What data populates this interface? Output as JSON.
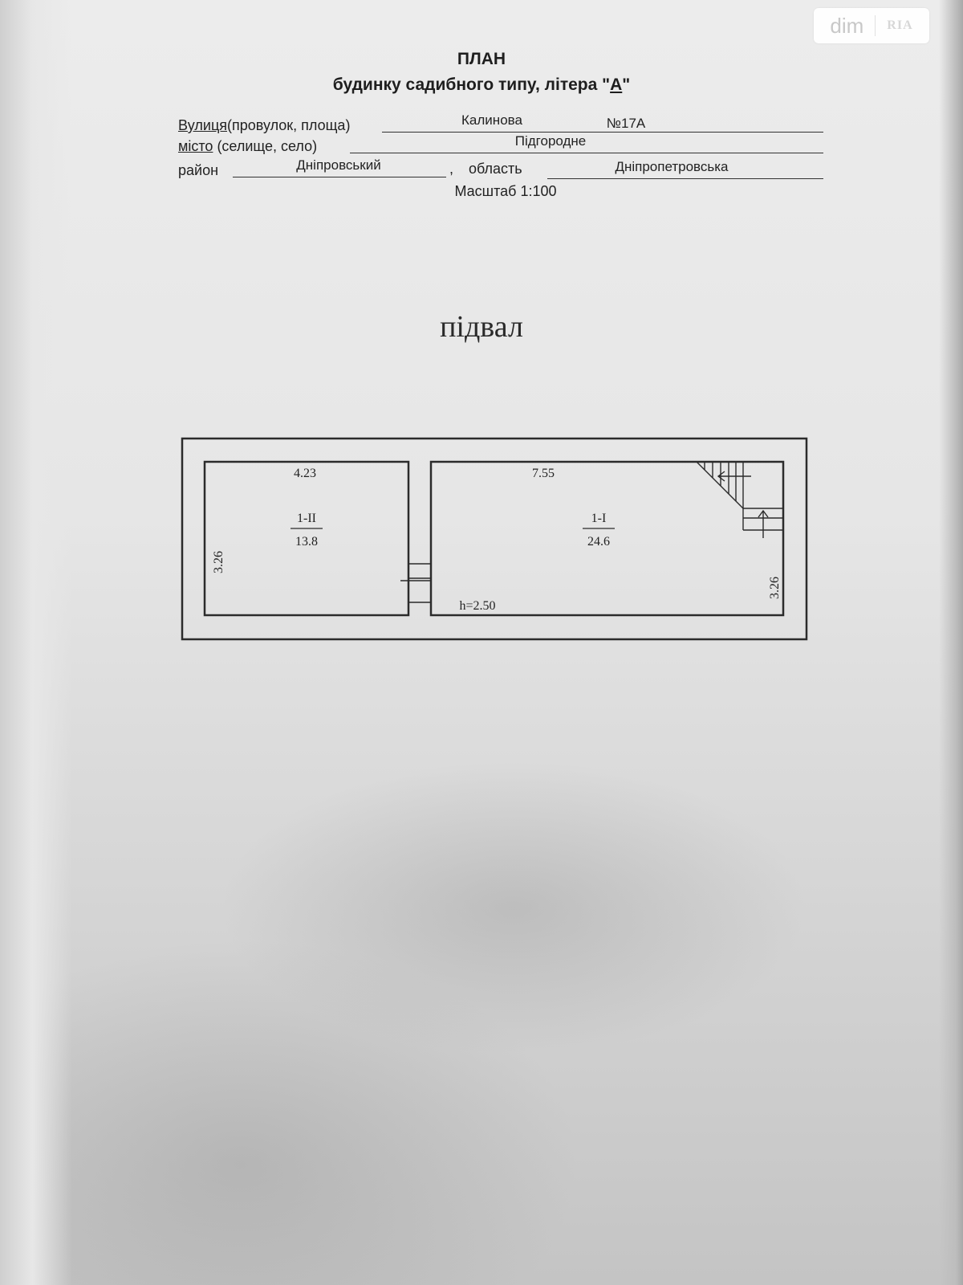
{
  "watermark": {
    "dim": "dim",
    "ria": "RIA"
  },
  "header": {
    "title": "ПЛАН",
    "subtitle_prefix": "будинку садибного типу, літера \"",
    "subtitle_letter": "А",
    "subtitle_suffix": "\""
  },
  "address": {
    "street_label_main": "Вулиця",
    "street_label_rest": "(провулок, площа)",
    "street_value": "Калинова",
    "number_value": "№17А",
    "city_label_main": "місто",
    "city_label_rest": " (селище, село)",
    "city_value": "Підгородне",
    "district_label": "район",
    "district_value": "Дніпровський",
    "comma": ",",
    "region_label": "область",
    "region_value": "Дніпропетровська"
  },
  "scale": "Масштаб 1:100",
  "floor_title": "підвал",
  "plan": {
    "rooms": [
      {
        "id": "1-II",
        "area": "13.8",
        "length": "4.23",
        "width": "3.26"
      },
      {
        "id": "1-I",
        "area": "24.6",
        "length": "7.55",
        "width": "3.26"
      }
    ],
    "height": "h=2.50"
  }
}
